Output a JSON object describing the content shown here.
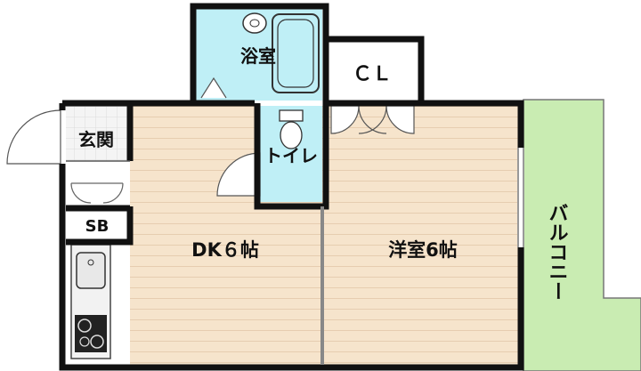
{
  "plan": {
    "rooms": {
      "bath": "浴室",
      "closet": "ＣＬ",
      "entrance": "玄関",
      "toilet": "トイレ",
      "shoe_box": "SB",
      "dk": "DK６帖",
      "western": "洋室6帖",
      "balcony": "バルコニー"
    }
  },
  "colors": {
    "wall": "#111111",
    "floor": "#f6e4cc",
    "floor_line": "#e6cdb0",
    "wet_area": "#bfeff6",
    "balcony": "#c9ecb2",
    "tile": "#f4f4f4"
  }
}
